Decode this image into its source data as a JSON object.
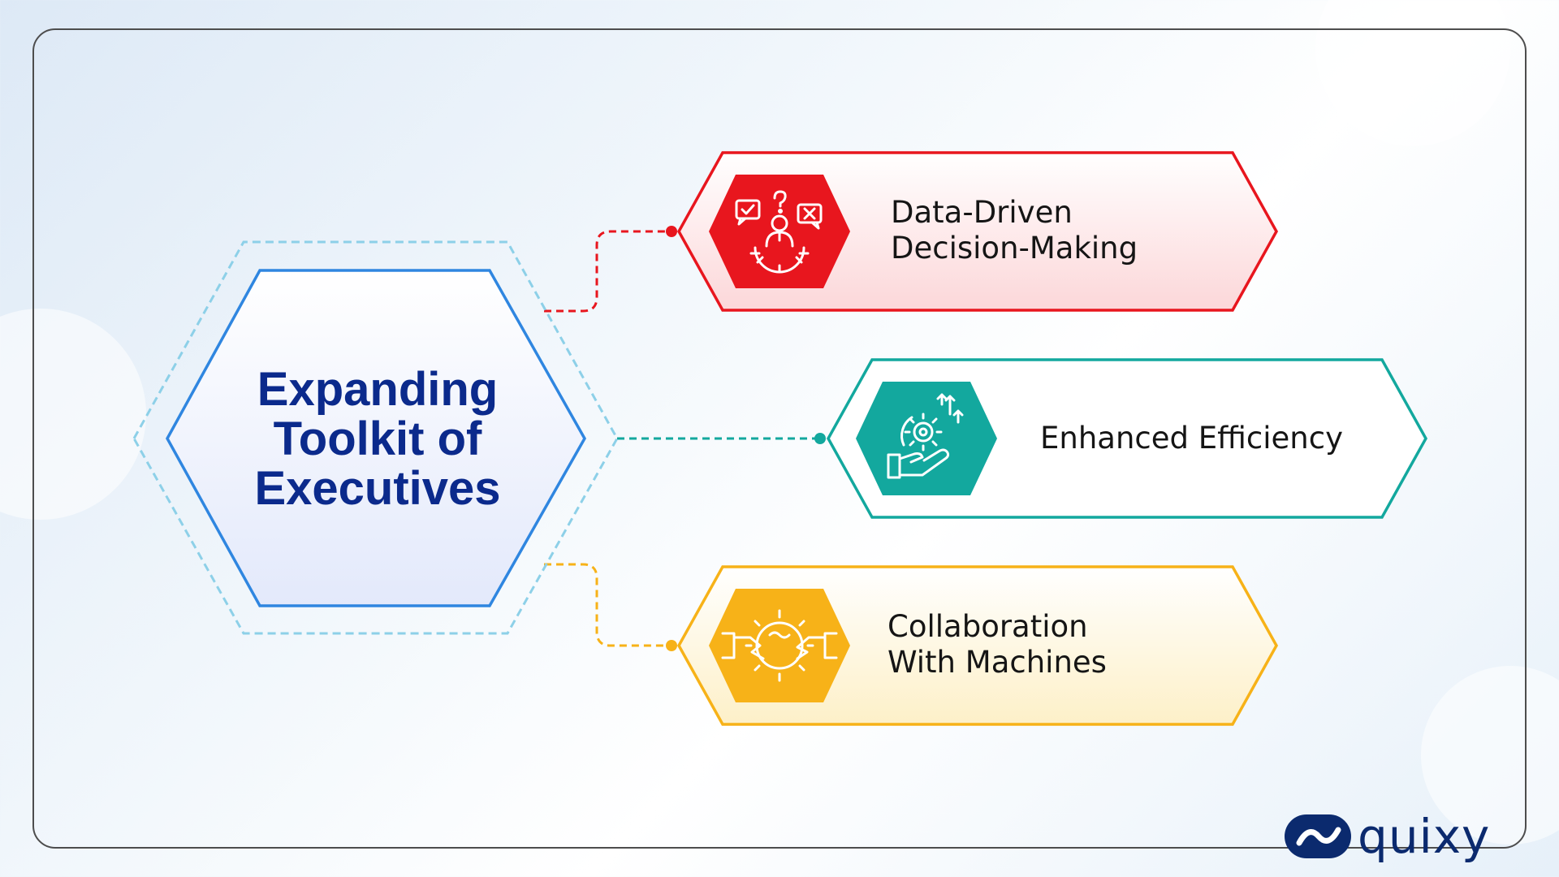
{
  "center": {
    "title_lines": [
      "Expanding",
      "Toolkit of",
      "Executives"
    ]
  },
  "items": [
    {
      "lines": [
        "Data-Driven",
        "Decision-Making"
      ],
      "color": "#e8161e",
      "icon": "decision-making-icon"
    },
    {
      "lines": [
        "Enhanced Efficiency"
      ],
      "color": "#13a89e",
      "icon": "efficiency-gear-hand-icon"
    },
    {
      "lines": [
        "Collaboration",
        "With Machines"
      ],
      "color": "#f7b218",
      "icon": "collaboration-handshake-gear-icon"
    }
  ],
  "brand": {
    "name": "quixy",
    "color": "#0b2a6e",
    "logo_icon": "quixy-logo-icon"
  },
  "colors": {
    "center_border": "#2f86e0",
    "center_dashed": "#8dd0e8",
    "title": "#0b2a8c"
  }
}
